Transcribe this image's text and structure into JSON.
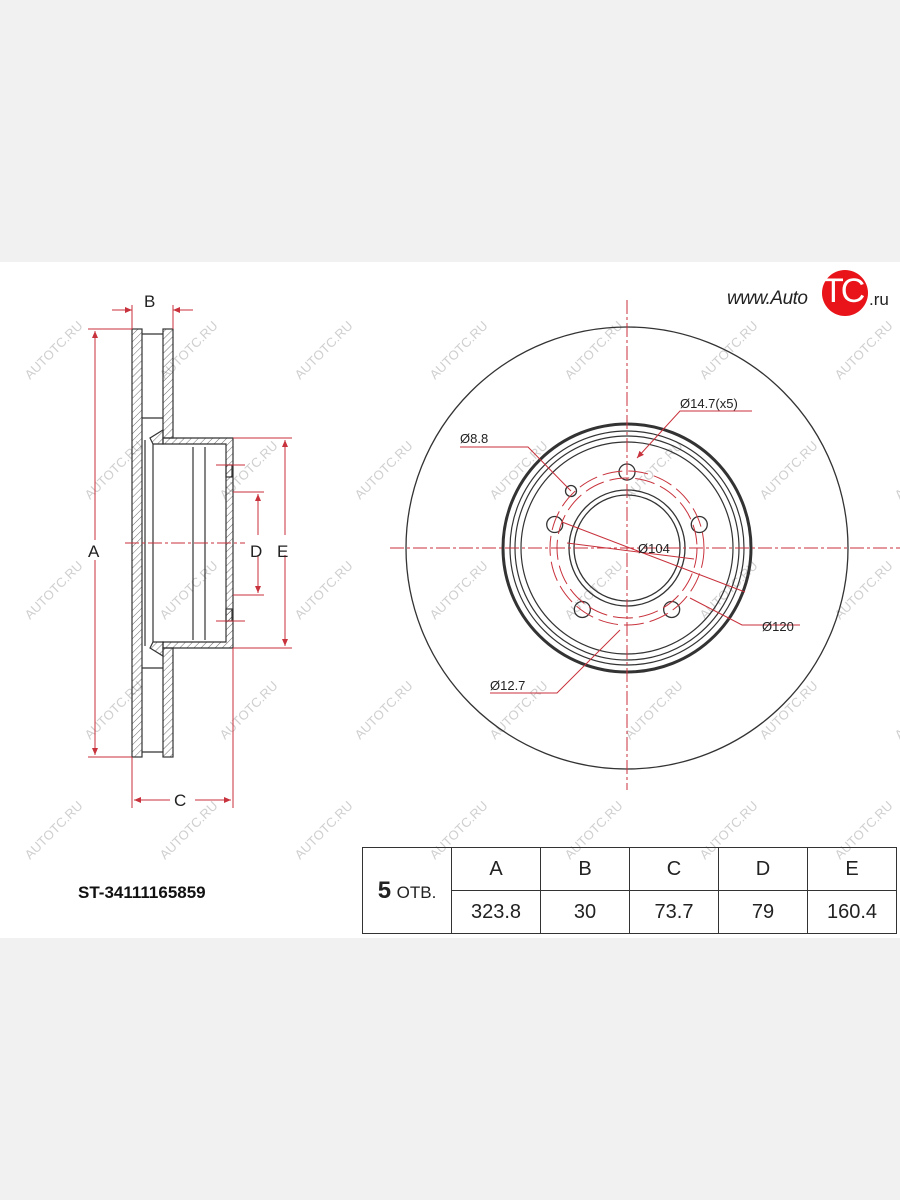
{
  "brand": {
    "site_prefix": "www.Auto",
    "logo_letters": "TC",
    "site_suffix": ".ru",
    "accent_color": "#e8141a"
  },
  "watermark": "AUTOTC.RU",
  "part_number": "ST-34111165859",
  "side_view": {
    "labels": {
      "a": "A",
      "b": "B",
      "c": "C",
      "d": "D",
      "e": "E"
    }
  },
  "front_view": {
    "callouts": {
      "bolt_holes": "Ø14.7(x5)",
      "small_hole": "Ø8.8",
      "center_bore": "Ø104",
      "bolt_circle": "Ø120",
      "hub_hole": "Ø12.7"
    }
  },
  "specs": {
    "holes_count": "5",
    "holes_unit": "ОТВ.",
    "headers": [
      "A",
      "B",
      "C",
      "D",
      "E"
    ],
    "values": [
      "323.8",
      "30",
      "73.7",
      "79",
      "160.4"
    ]
  },
  "colors": {
    "dimension": "#c8323c",
    "outline": "#333333"
  }
}
